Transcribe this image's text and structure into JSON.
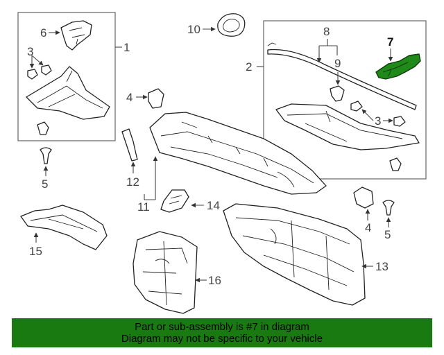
{
  "diagram": {
    "callouts": {
      "c1": "1",
      "c2": "2",
      "c3a": "3",
      "c3b": "3",
      "c4a": "4",
      "c4b": "4",
      "c5a": "5",
      "c5b": "5",
      "c6": "6",
      "c7": "7",
      "c8": "8",
      "c9": "9",
      "c10": "10",
      "c11": "11",
      "c12": "12",
      "c13": "13",
      "c14": "14",
      "c15": "15",
      "c16": "16"
    },
    "highlighted_part": "7",
    "highlight_color": "#1f8a1a"
  },
  "banner": {
    "line1": "Part or sub-assembly is #7 in diagram",
    "line2": "Diagram may not be specific to your vehicle",
    "background": "#1a7a12"
  }
}
